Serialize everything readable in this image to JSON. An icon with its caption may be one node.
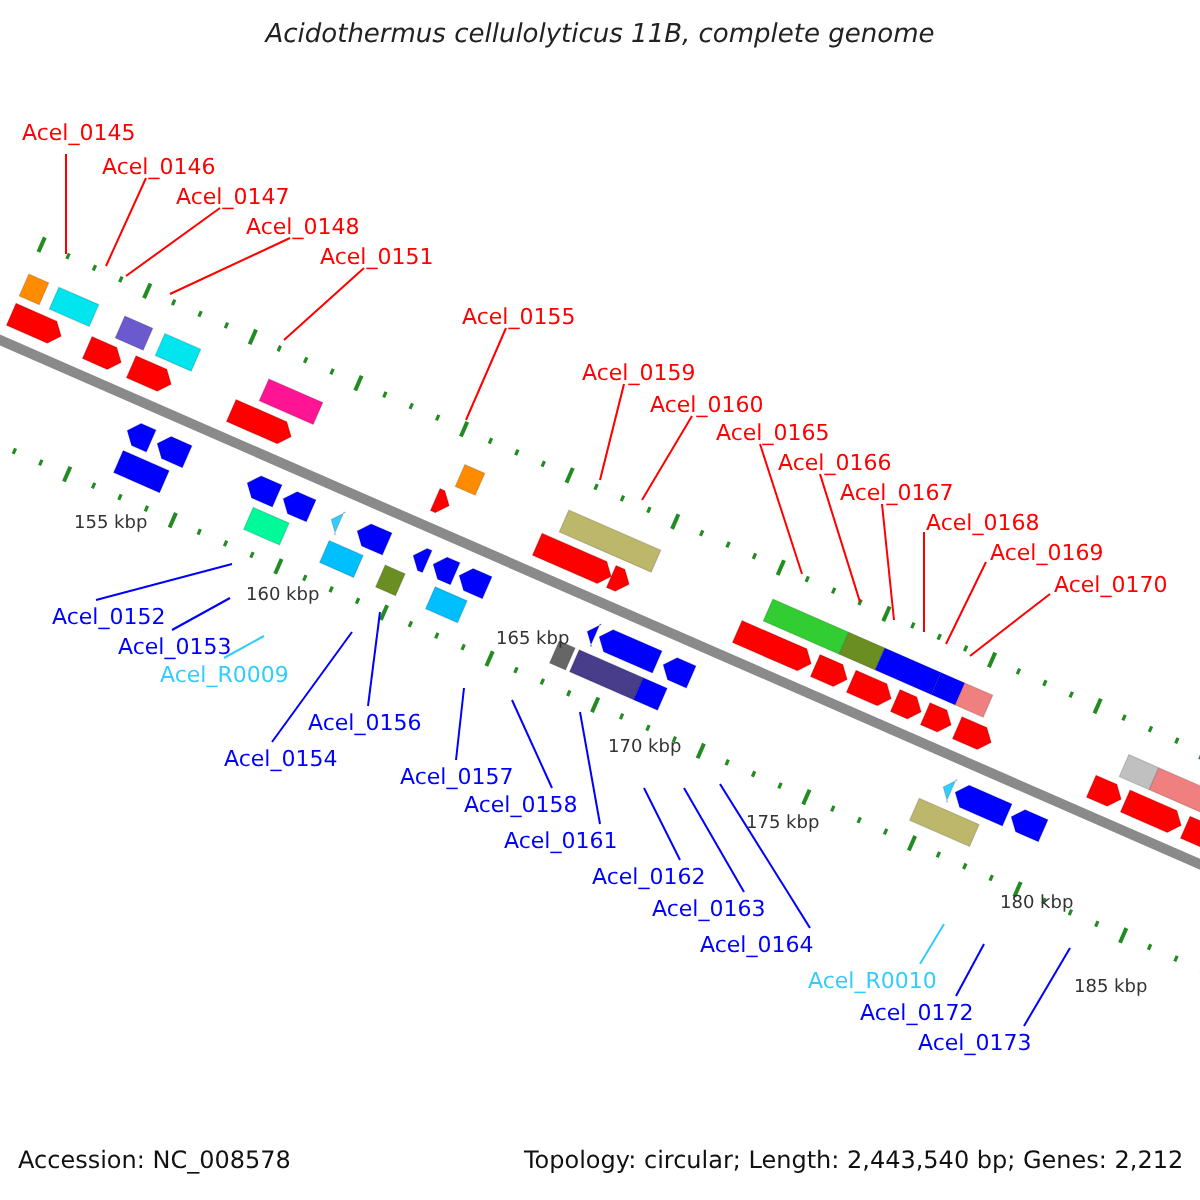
{
  "diagram": {
    "title": "Acidothermus cellulolyticus 11B, complete genome",
    "nodes": [
      {
        "text": [
          "Acel_0145"
        ]
      },
      {
        "text": [
          "Acel_0146"
        ]
      },
      {
        "text": [
          "Acel_0147"
        ]
      },
      {
        "text": [
          "Acel_0148"
        ]
      },
      {
        "text": [
          "Acel_0151"
        ]
      },
      {
        "text": [
          "Acel_0155"
        ]
      },
      {
        "text": [
          "Acel_0159"
        ]
      },
      {
        "text": [
          "Acel_0160"
        ]
      },
      {
        "text": [
          "Acel_0165"
        ]
      },
      {
        "text": [
          "Acel_0166"
        ]
      },
      {
        "text": [
          "Acel_0167"
        ]
      },
      {
        "text": [
          "Acel_0168"
        ]
      },
      {
        "text": [
          "Acel_0169"
        ]
      },
      {
        "text": [
          "Acel_0170"
        ]
      },
      {
        "text": [
          "Acel_0152"
        ]
      },
      {
        "text": [
          "Acel_0153"
        ]
      },
      {
        "text": [
          "Acel_R0009"
        ]
      },
      {
        "text": [
          "Acel_0156"
        ]
      },
      {
        "text": [
          "Acel_0154"
        ]
      },
      {
        "text": [
          "Acel_0157"
        ]
      },
      {
        "text": [
          "Acel_0158"
        ]
      },
      {
        "text": [
          "Acel_0161"
        ]
      },
      {
        "text": [
          "Acel_0162"
        ]
      },
      {
        "text": [
          "Acel_0163"
        ]
      },
      {
        "text": [
          "Acel_0164"
        ]
      },
      {
        "text": [
          "Acel_R0010"
        ]
      },
      {
        "text": [
          "Acel_0172"
        ]
      },
      {
        "text": [
          "Acel_0173"
        ]
      }
    ],
    "edges": [
      {
        "from": 0,
        "to": null,
        "arrow": "none"
      },
      {
        "from": 1,
        "to": null,
        "arrow": "none"
      },
      {
        "from": 2,
        "to": null,
        "arrow": "none"
      },
      {
        "from": 3,
        "to": null,
        "arrow": "none"
      },
      {
        "from": 4,
        "to": null,
        "arrow": "none"
      },
      {
        "from": 5,
        "to": null,
        "arrow": "none"
      },
      {
        "from": 6,
        "to": null,
        "arrow": "none"
      },
      {
        "from": 7,
        "to": null,
        "arrow": "none"
      },
      {
        "from": 8,
        "to": null,
        "arrow": "none"
      },
      {
        "from": 9,
        "to": null,
        "arrow": "none"
      },
      {
        "from": 10,
        "to": null,
        "arrow": "none"
      },
      {
        "from": 11,
        "to": null,
        "arrow": "none"
      },
      {
        "from": 12,
        "to": null,
        "arrow": "none"
      },
      {
        "from": 13,
        "to": null,
        "arrow": "none"
      },
      {
        "from": 14,
        "to": null,
        "arrow": "none",
        "color": "#0000ff"
      },
      {
        "from": 15,
        "to": null,
        "arrow": "none",
        "color": "#0000ff"
      },
      {
        "from": 16,
        "to": null,
        "arrow": "none",
        "color": "#33ccff"
      },
      {
        "from": 17,
        "to": null,
        "arrow": "none",
        "color": "#0000ff"
      },
      {
        "from": 18,
        "to": null,
        "arrow": "none",
        "color": "#0000ff"
      },
      {
        "from": 19,
        "to": null,
        "arrow": "none",
        "color": "#0000ff"
      },
      {
        "from": 20,
        "to": null,
        "arrow": "none",
        "color": "#0000ff"
      },
      {
        "from": 21,
        "to": null,
        "arrow": "none",
        "color": "#0000ff"
      },
      {
        "from": 22,
        "to": null,
        "arrow": "none",
        "color": "#0000ff"
      },
      {
        "from": 23,
        "to": null,
        "arrow": "none",
        "color": "#0000ff"
      },
      {
        "from": 24,
        "to": null,
        "arrow": "none",
        "color": "#0000ff"
      },
      {
        "from": 25,
        "to": null,
        "arrow": "none",
        "color": "#33ccff"
      },
      {
        "from": 26,
        "to": null,
        "arrow": "none",
        "color": "#0000ff"
      },
      {
        "from": 27,
        "to": null,
        "arrow": "none",
        "color": "#0000ff"
      }
    ],
    "labels": [
      "155 kbp",
      "160 kbp",
      "165 kbp",
      "170 kbp",
      "175 kbp",
      "180 kbp",
      "185 kbp",
      "Accession: NC_008578",
      "Topology: circular; Length: 2,443,540 bp; Genes: 2,212"
    ]
  }
}
